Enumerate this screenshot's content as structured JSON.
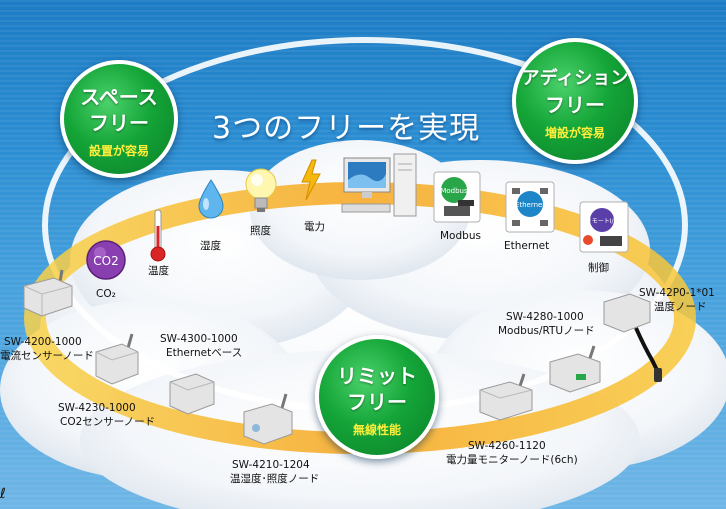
{
  "title": "3つのフリーを実現",
  "badges": {
    "space": {
      "line1": "スペース",
      "line2": "フリー",
      "sub": "設置が容易"
    },
    "addition": {
      "line1": "アディション",
      "line2": "フリー",
      "sub": "増設が容易"
    },
    "limit": {
      "line1": "リミット",
      "line2": "フリー",
      "sub": "無線性能"
    }
  },
  "sensors": {
    "co2_icon": "CO2",
    "co2_label": "CO₂",
    "temp_label": "温度",
    "humidity_label": "湿度",
    "illuminance_label": "照度",
    "power_label": "電力",
    "modbus_icon": "Modbus",
    "modbus_label": "Modbus",
    "ethernet_icon": "Ethernet",
    "ethernet_label": "Ethernet",
    "control_icon": "リモートI/O",
    "control_label": "制御"
  },
  "nodes": [
    {
      "model": "SW-4200-1000",
      "desc": "電流センサーノード"
    },
    {
      "model": "SW-4300-1000",
      "desc": "Ethernetベース"
    },
    {
      "model": "SW-4230-1000",
      "desc": "CO2センサーノード"
    },
    {
      "model": "SW-4210-1204",
      "desc": "温湿度･照度ノード"
    },
    {
      "model": "SW-4260-1120",
      "desc": "電力量モニターノード(6ch)"
    },
    {
      "model": "SW-4280-1000",
      "desc": "Modbus/RTUノード"
    },
    {
      "model": "SW-42P0-1*01",
      "desc": "温度ノード"
    }
  ],
  "corner_text": "ℓ"
}
